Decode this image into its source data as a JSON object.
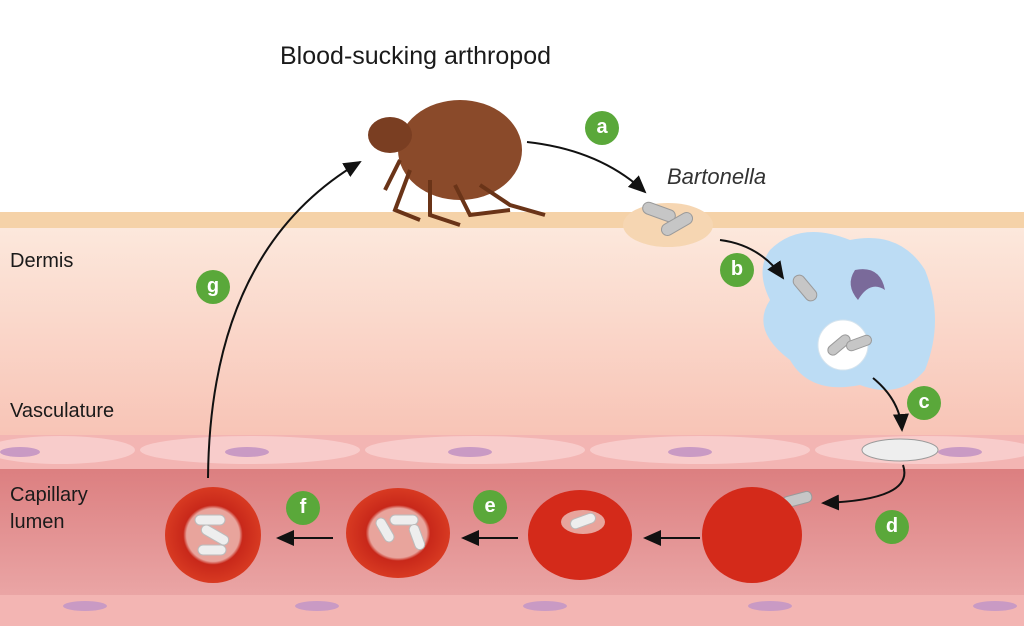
{
  "title": "Blood-sucking arthropod",
  "organism": "Bartonella",
  "layers": {
    "dermis": "Dermis",
    "vasculature": "Vasculature",
    "lumen": "Capillary\nlumen"
  },
  "steps": [
    "a",
    "b",
    "c",
    "d",
    "e",
    "f",
    "g"
  ],
  "colors": {
    "step_badge": "#5aa83a",
    "rbc": "#d42a1a",
    "macrophage": "#bcdcf4",
    "flea": "#8a4a2a"
  }
}
